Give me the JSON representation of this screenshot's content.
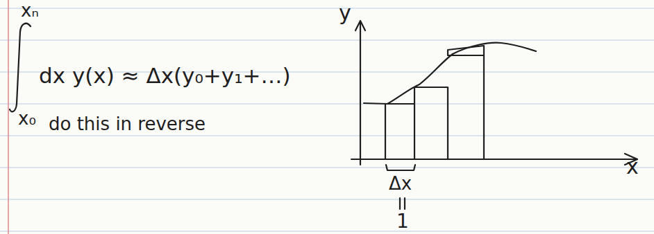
{
  "diagram": {
    "labels": [
      "xₙ",
      "x₀",
      "dx y(x) ≈ Δx(y₀+y₁+…)",
      "do this in reverse",
      "y",
      "x",
      "Δx",
      "1"
    ]
  }
}
